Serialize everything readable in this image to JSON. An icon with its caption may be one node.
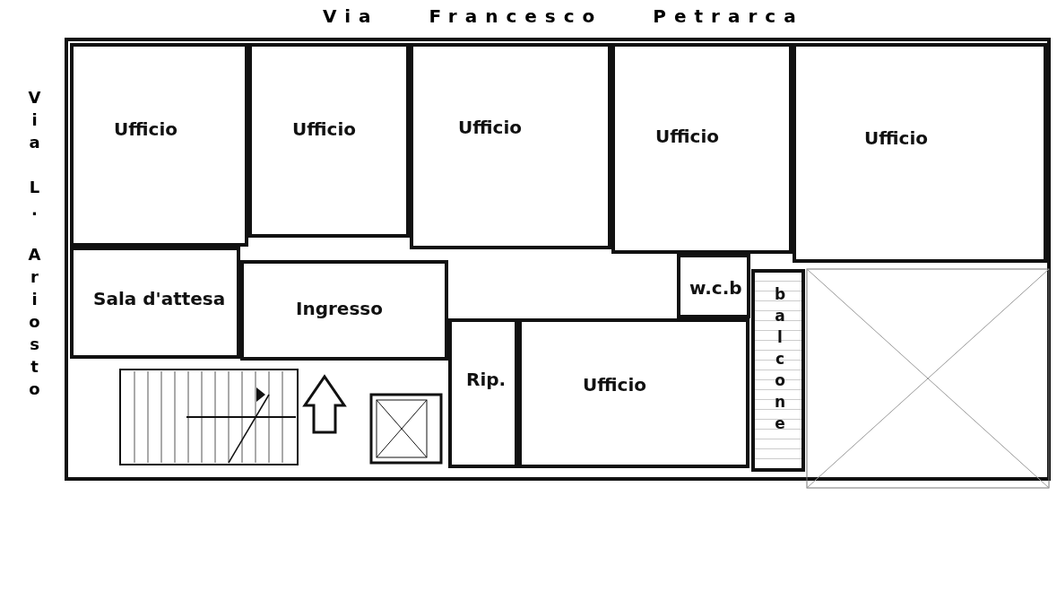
{
  "diagram": {
    "nodes": [
      {
        "text": [
          "Ufficio"
        ]
      },
      {
        "text": [
          "Ufficio"
        ]
      },
      {
        "text": [
          "Ufficio"
        ]
      },
      {
        "text": [
          "Ufficio"
        ]
      },
      {
        "text": [
          "Ufficio"
        ]
      },
      {
        "text": [
          "Sala d'attesa"
        ]
      },
      {
        "text": [
          "Ingresso"
        ]
      },
      {
        "text": [
          "w.c.b"
        ]
      },
      {
        "text": [
          "balcone"
        ]
      },
      {
        "text": [
          "Rip."
        ]
      },
      {
        "text": [
          "Ufficio"
        ]
      }
    ],
    "edges": [],
    "labels": [
      "Via Francesco Petrarca",
      "Via L. Ariosto"
    ]
  }
}
